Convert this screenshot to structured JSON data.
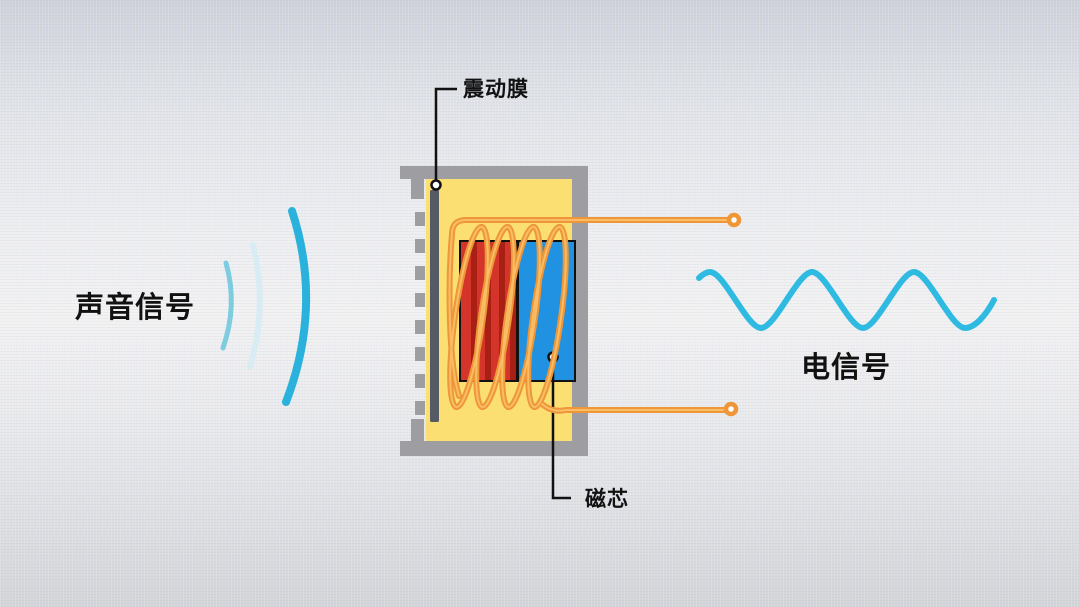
{
  "scene": {
    "sound_label": "声音信号",
    "electric_label": "电信号",
    "membrane_label": "震动膜",
    "core_label": "磁芯"
  },
  "colors": {
    "frame": "#9d9da2",
    "housing": "#fbdf72",
    "membrane": "#555b64",
    "coil_red": "#d5342a",
    "coil_red_dark": "#a81f14",
    "core_blue": "#2191e2",
    "block_outline": "#111111",
    "wire": "#ee9638",
    "wire_highlight": "#fbc26c",
    "terminal_fill": "#ffffff",
    "wave": "#2fbae2",
    "arc_inner": "#7eccdf",
    "arc_middle": "#d8edf3",
    "arc_outer": "#2bb2dc",
    "pointer": "#111111",
    "marker_fill": "#ffffff",
    "text": "#111111"
  }
}
